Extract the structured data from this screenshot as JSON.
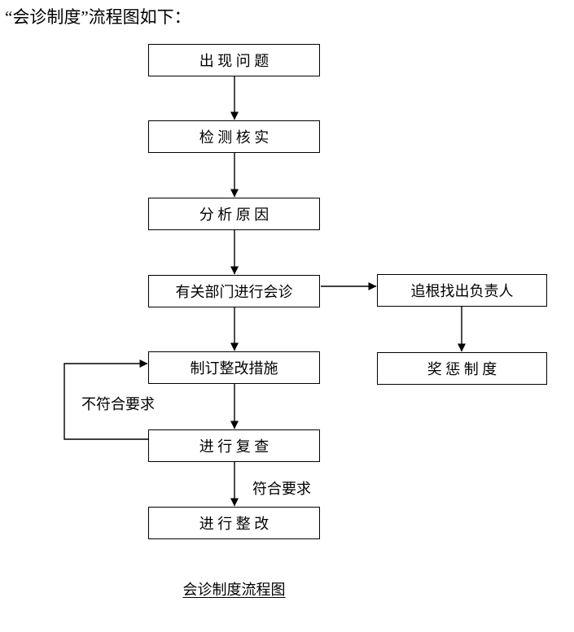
{
  "page": {
    "title": "“会诊制度”流程图如下：",
    "caption": "会诊制度流程图"
  },
  "flowchart": {
    "nodes": [
      {
        "id": "appear-problem",
        "label": "出 现 问 题"
      },
      {
        "id": "check-verify",
        "label": "检 测 核 实"
      },
      {
        "id": "analyze-cause",
        "label": "分 析 原 因"
      },
      {
        "id": "dept-consultation",
        "label": "有关部门进行会诊"
      },
      {
        "id": "corrective-measures",
        "label": "制订整改措施"
      },
      {
        "id": "recheck",
        "label": "进 行 复 查"
      },
      {
        "id": "rectify",
        "label": "进 行 整 改"
      },
      {
        "id": "trace-responsible",
        "label": "追根找出负责人"
      },
      {
        "id": "reward-punishment",
        "label": "奖 惩 制 度"
      }
    ],
    "edge_labels": {
      "fail": "不符合要求",
      "pass": "符合要求"
    },
    "line_color": "#000000"
  }
}
